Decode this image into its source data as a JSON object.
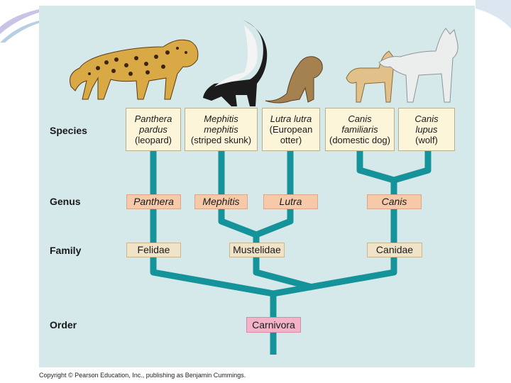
{
  "labels": {
    "species": "Species",
    "genus": "Genus",
    "family": "Family",
    "order": "Order"
  },
  "species": [
    {
      "name_1": "Panthera",
      "name_2": "pardus",
      "common": "(leopard)"
    },
    {
      "name_1": "Mephitis",
      "name_2": "mephitis",
      "common": "(striped skunk)"
    },
    {
      "name_1": "Lutra lutra",
      "name_2": "(European",
      "common": "otter)"
    },
    {
      "name_1": "Canis",
      "name_2": "familiaris",
      "common": "(domestic dog)"
    },
    {
      "name_1": "Canis",
      "name_2": "lupus",
      "common": "(wolf)"
    }
  ],
  "genus": [
    "Panthera",
    "Mephitis",
    "Lutra",
    "Canis"
  ],
  "family": [
    "Felidae",
    "Mustelidae",
    "Canidae"
  ],
  "order": "Carnivora",
  "copyright": "Copyright © Pearson Education, Inc., publishing as Benjamin Cummings.",
  "colors": {
    "branch": "#15939a",
    "panel": "#d5e8ea",
    "species_box": "#fcf5d9",
    "genus_box": "#f6c9a8",
    "family_box": "#f0e3c8",
    "order_box": "#f3b2c8"
  },
  "icons": [
    "leopard-icon",
    "skunk-icon",
    "otter-icon",
    "dog-icon",
    "wolf-icon"
  ]
}
